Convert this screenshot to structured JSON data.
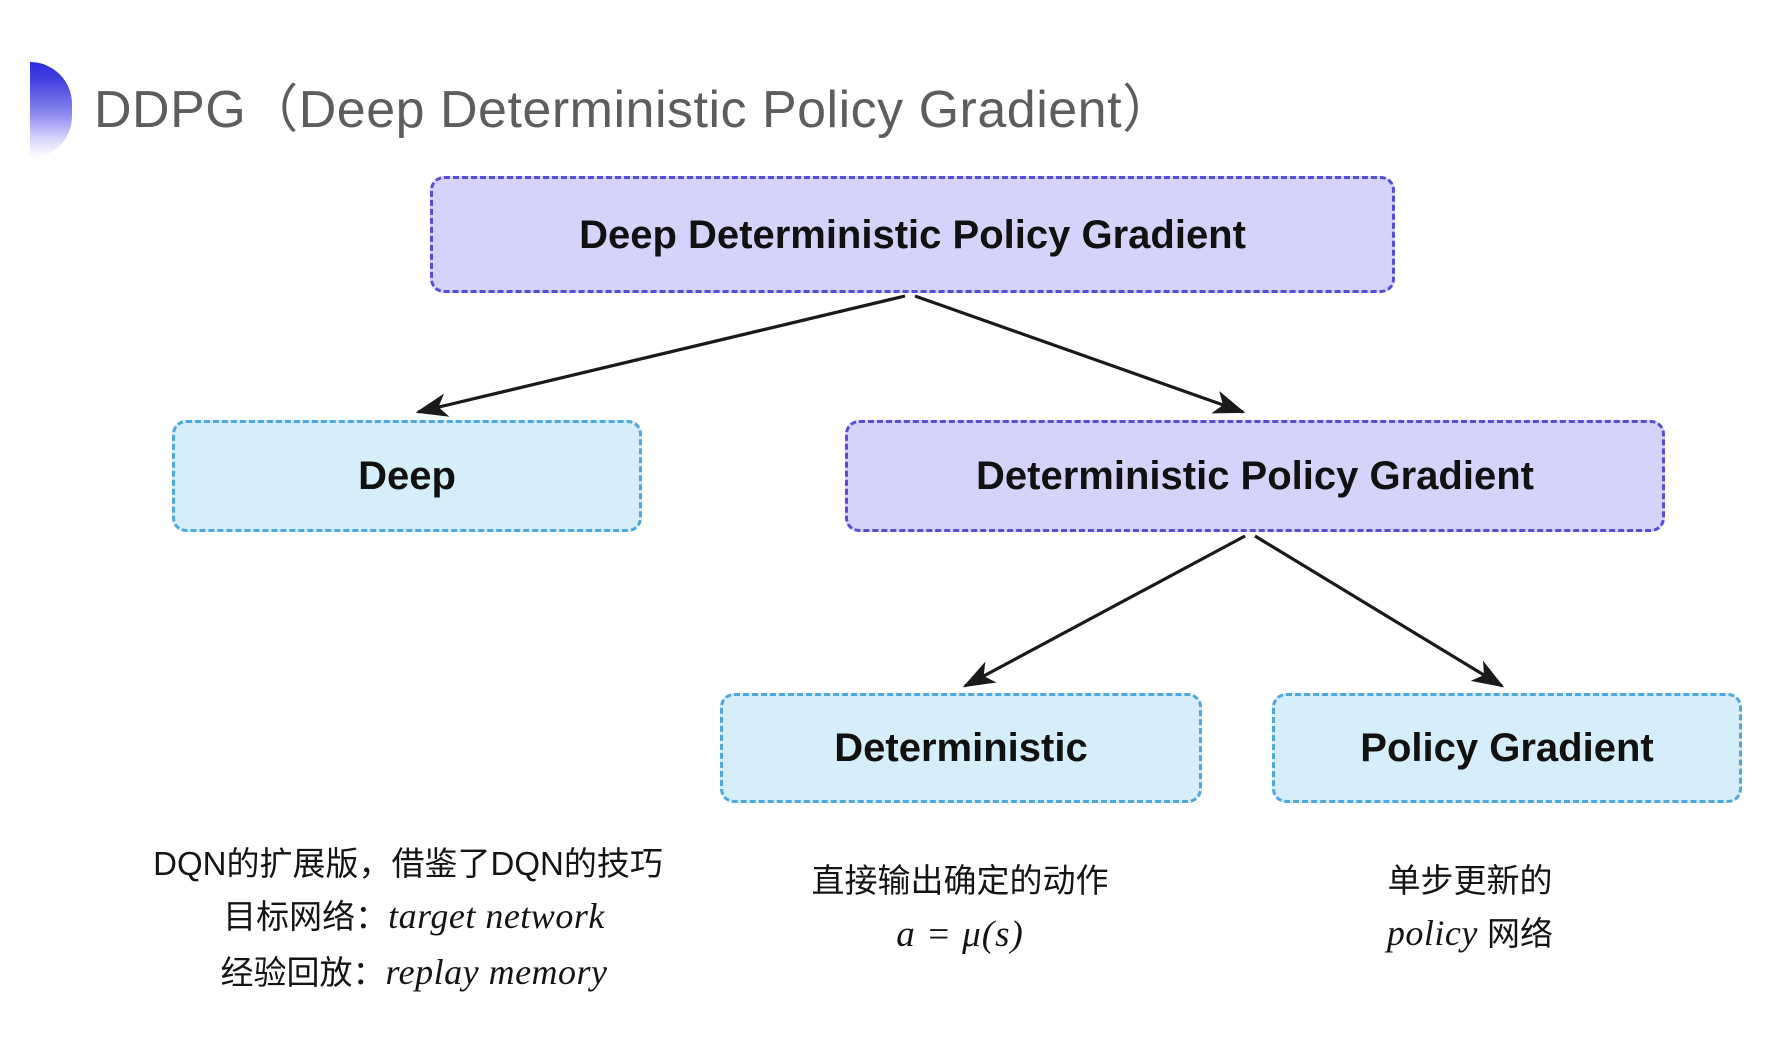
{
  "slide": {
    "title": "DDPG（Deep Deterministic Policy Gradient）",
    "background_color": "#ffffff",
    "bullet_icon": "gradient-halfcircle-bullet"
  },
  "theme": {
    "title_color": "#5d5d5d",
    "purple_fill": "#d6d3fb",
    "purple_border": "#564fd6",
    "blue_fill": "#d5eefa",
    "blue_border": "#4ea7dd",
    "arrow_color": "#1a1a1a",
    "text_color": "#111111"
  },
  "diagram": {
    "type": "tree",
    "nodes": [
      {
        "id": "root",
        "label": "Deep Deterministic Policy Gradient",
        "style": "purple",
        "level": 0
      },
      {
        "id": "deep",
        "label": "Deep",
        "style": "blue",
        "level": 1
      },
      {
        "id": "dpg",
        "label": "Deterministic Policy Gradient",
        "style": "purple",
        "level": 1
      },
      {
        "id": "det",
        "label": "Deterministic",
        "style": "blue",
        "level": 2
      },
      {
        "id": "pg",
        "label": "Policy Gradient",
        "style": "blue",
        "level": 2
      }
    ],
    "edges": [
      {
        "from": "root",
        "to": "deep",
        "arrow": "end"
      },
      {
        "from": "root",
        "to": "dpg",
        "arrow": "end"
      },
      {
        "from": "dpg",
        "to": "det",
        "arrow": "end"
      },
      {
        "from": "dpg",
        "to": "pg",
        "arrow": "end"
      }
    ]
  },
  "annotations": {
    "deep": {
      "for_node": "deep",
      "lines": [
        "DQN的扩展版，借鉴了DQN的技巧",
        "目标网络：",
        "经验回放："
      ],
      "italic_parts": [
        "target network",
        "replay memory"
      ]
    },
    "deterministic": {
      "for_node": "det",
      "lines": [
        "直接输出确定的动作"
      ],
      "formula": "a = μ(s)"
    },
    "policy_gradient": {
      "for_node": "pg",
      "lines": [
        "单步更新的"
      ],
      "italic_parts": [
        "policy"
      ],
      "suffix": " 网络"
    }
  }
}
